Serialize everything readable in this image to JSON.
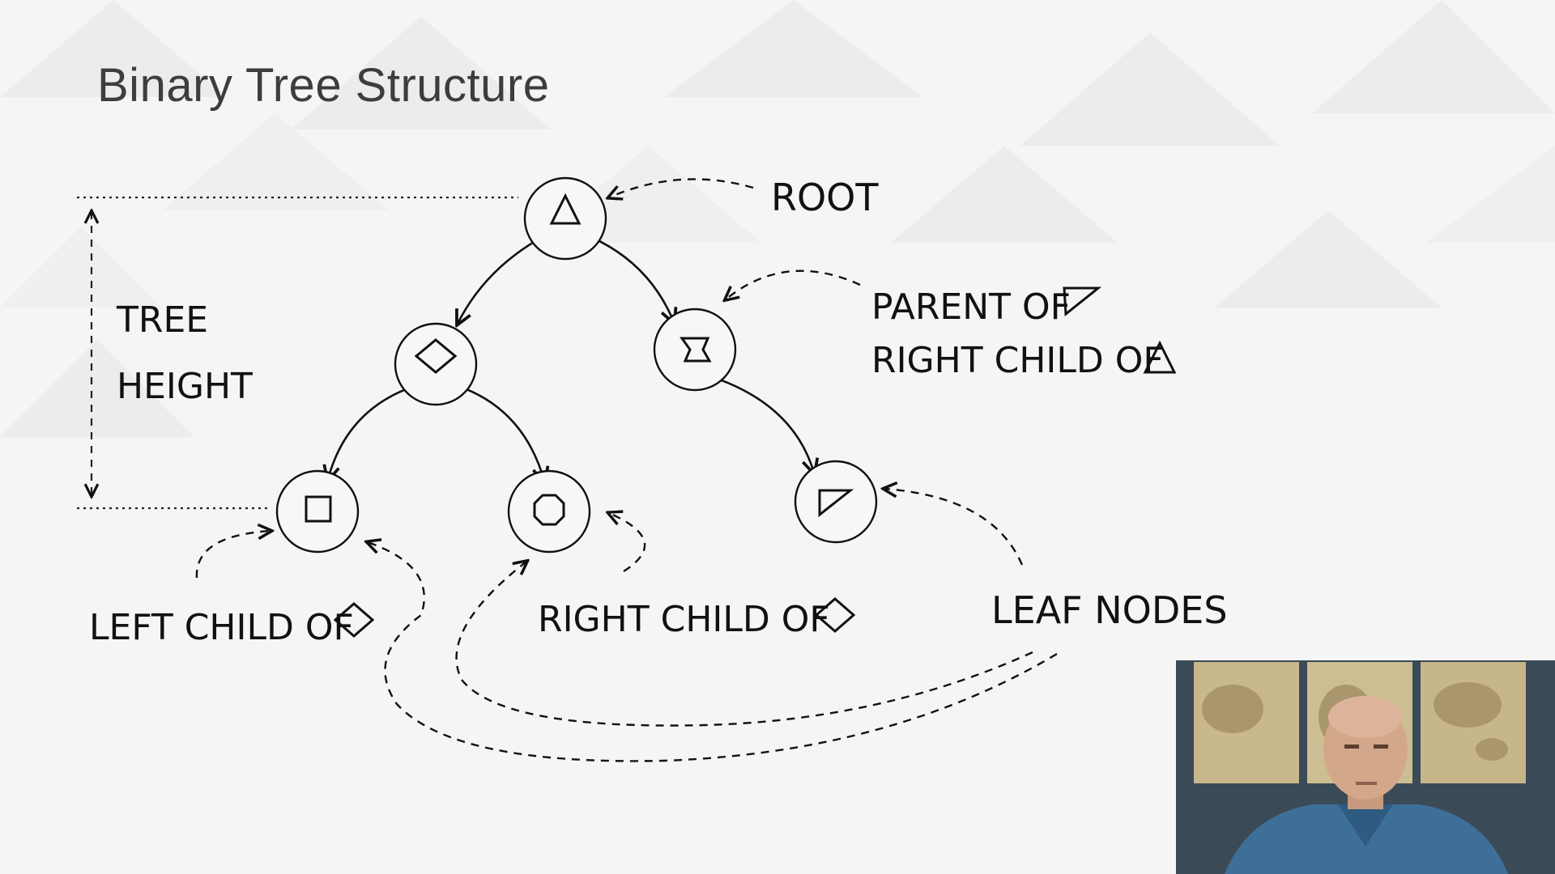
{
  "slide": {
    "title": "Binary Tree Structure"
  },
  "labels": {
    "root": "ROOT",
    "tree_height_line1": "TREE",
    "tree_height_line2": "HEIGHT",
    "parent_of": "PARENT OF",
    "right_child_of_root": "RIGHT CHILD OF",
    "left_child_of": "LEFT CHILD OF",
    "right_child_of": "RIGHT CHILD OF",
    "leaf_nodes": "LEAF NODES"
  },
  "nodes": [
    {
      "id": "root",
      "symbol": "triangle"
    },
    {
      "id": "left-child",
      "symbol": "diamond"
    },
    {
      "id": "right-child",
      "symbol": "chevron-shape"
    },
    {
      "id": "leaf-square",
      "symbol": "square"
    },
    {
      "id": "leaf-octagon",
      "symbol": "octagon"
    },
    {
      "id": "leaf-wedge",
      "symbol": "right-triangle"
    }
  ],
  "webcam": {
    "description_icon": "presenter-video-icon"
  }
}
